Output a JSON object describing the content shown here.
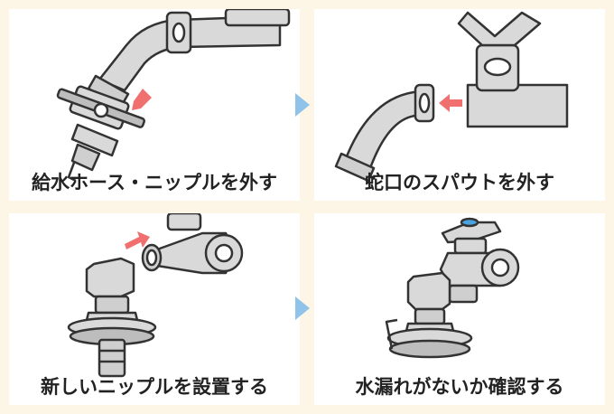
{
  "steps": [
    {
      "caption": "給水ホース・ニップルを外す"
    },
    {
      "caption": "蛇口のスパウトを外す"
    },
    {
      "caption": "新しいニップルを設置する"
    },
    {
      "caption": "水漏れがないか確認する"
    }
  ],
  "colors": {
    "background": "#fdf6e6",
    "panel": "#ffffff",
    "metal": "#d9d9d9",
    "outline": "#333333",
    "red_arrow": "#f07070",
    "blue_arrow": "#8fc3ea",
    "handle_cap": "#4aa3df"
  }
}
